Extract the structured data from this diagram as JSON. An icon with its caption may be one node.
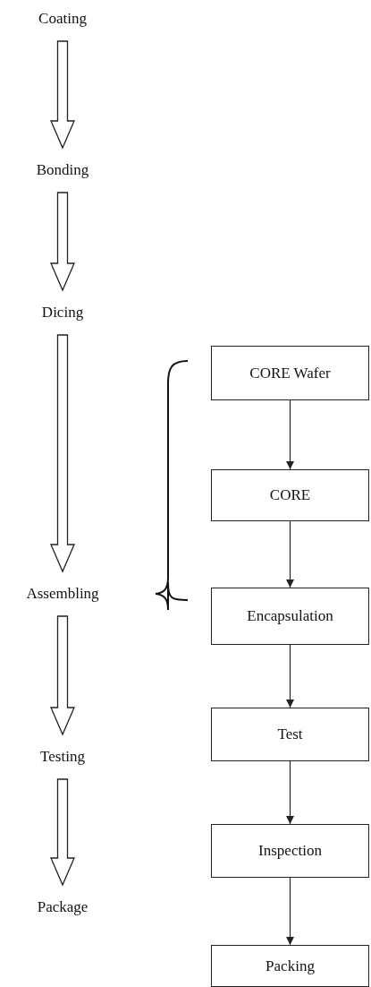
{
  "diagram": {
    "nodes": [
      {
        "text": [
          "Coating"
        ]
      },
      {
        "text": [
          "Bonding"
        ]
      },
      {
        "text": [
          "Dicing"
        ]
      },
      {
        "text": [
          "Assembling"
        ]
      },
      {
        "text": [
          "Testing"
        ]
      },
      {
        "text": [
          "Package"
        ]
      },
      {
        "text": [
          "CORE Wafer"
        ]
      },
      {
        "text": [
          "CORE"
        ]
      },
      {
        "text": [
          "Encapsulation"
        ]
      },
      {
        "text": [
          "Test"
        ]
      },
      {
        "text": [
          "Inspection"
        ]
      },
      {
        "text": [
          "Packing"
        ]
      }
    ],
    "edges": [
      {
        "from": 0,
        "to": 1,
        "arrow": "to",
        "style": "thick"
      },
      {
        "from": 1,
        "to": 2,
        "arrow": "to",
        "style": "thick"
      },
      {
        "from": 2,
        "to": 3,
        "arrow": "to",
        "style": "thick"
      },
      {
        "from": 3,
        "to": 4,
        "arrow": "to",
        "style": "thick"
      },
      {
        "from": 4,
        "to": 5,
        "arrow": "to",
        "style": "thick"
      },
      {
        "from": 6,
        "to": 7,
        "arrow": "to"
      },
      {
        "from": 7,
        "to": 8,
        "arrow": "to"
      },
      {
        "from": 8,
        "to": 9,
        "arrow": "to"
      },
      {
        "from": 9,
        "to": 10,
        "arrow": "to"
      },
      {
        "from": 10,
        "to": 11,
        "arrow": "to"
      }
    ]
  }
}
